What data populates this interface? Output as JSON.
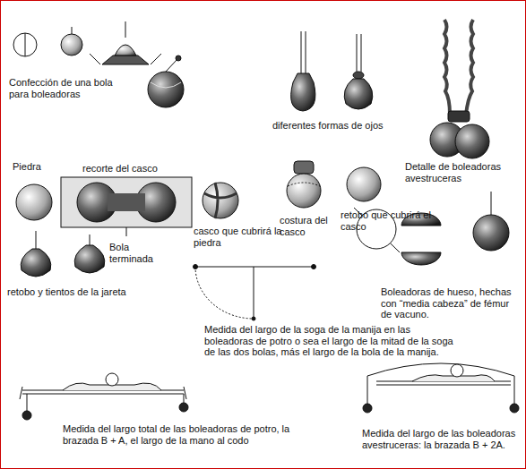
{
  "diagram": {
    "labels": [
      "Confección de una bola para boleadoras",
      "diferentes formas de ojos",
      "Detalle de boleadoras avestruceras",
      "recorte del casco",
      "Piedra",
      "casco que cubrirá la piedra",
      "costura del casco",
      "retobo que cubrirá el casco",
      "Bola terminada",
      "retobo y tientos de la jareta",
      "Medida del largo de la soga de la manija en las boleadoras de potro o sea el largo de la mitad de la soga de las dos bolas, más el largo de la bola de la manija.",
      "Boleadoras de hueso, hechas con “media cabeza” de fémur de vacuno.",
      "Medida del largo total de las boleadoras de potro, la brazada B + A, el largo de la mano al codo",
      "Medida del largo de las boleadoras avestruceras: la brazada B + 2A."
    ]
  }
}
